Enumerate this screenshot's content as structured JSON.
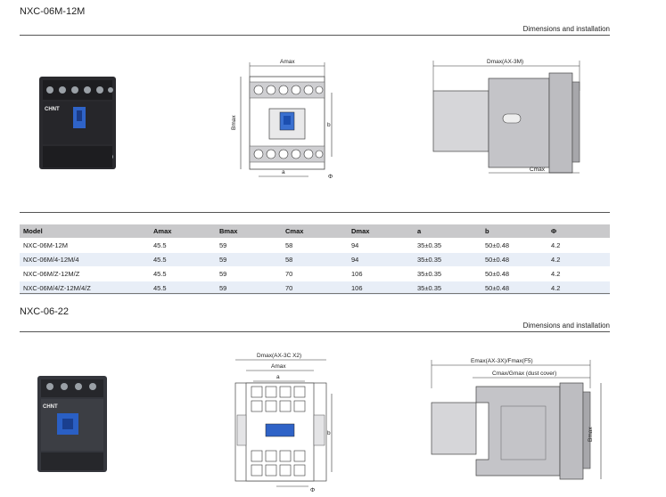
{
  "section1": {
    "title": "NXC-06M-12M",
    "subtitle": "Dimensions and installation",
    "photo_brand": "CHNT",
    "drawing1": {
      "width_label": "Amax",
      "height_label": "Bmax",
      "a_label": "a",
      "b_label": "b",
      "hole_label": "Φ"
    },
    "drawing2": {
      "top_label": "Dmax(AX-3M)",
      "bottom_label": "Cmax"
    }
  },
  "table": {
    "headers": [
      "Model",
      "Amax",
      "Bmax",
      "Cmax",
      "Dmax",
      "a",
      "b",
      "Φ"
    ],
    "rows": [
      [
        "NXC-06M-12M",
        "45.5",
        "59",
        "58",
        "94",
        "35±0.35",
        "50±0.48",
        "4.2"
      ],
      [
        "NXC-06M/4-12M/4",
        "45.5",
        "59",
        "58",
        "94",
        "35±0.35",
        "50±0.48",
        "4.2"
      ],
      [
        "NXC-06M/Z-12M/Z",
        "45.5",
        "59",
        "70",
        "106",
        "35±0.35",
        "50±0.48",
        "4.2"
      ],
      [
        "NXC-06M/4/Z-12M/4/Z",
        "45.5",
        "59",
        "70",
        "106",
        "35±0.35",
        "50±0.48",
        "4.2"
      ]
    ]
  },
  "section2": {
    "title": "NXC-06-22",
    "subtitle": "Dimensions and installation",
    "photo_brand": "CHNT",
    "drawing1": {
      "top_label": "Dmax(AX-3C X2)",
      "width_label": "Amax",
      "a_label": "a",
      "b_label": "b",
      "hole_label": "Φ"
    },
    "drawing2": {
      "top_label": "Emax(AX-3X)/Fmax(F5)",
      "mid_label": "Cmax/Gmax (dust cover)",
      "side_label": "Bmax"
    }
  }
}
